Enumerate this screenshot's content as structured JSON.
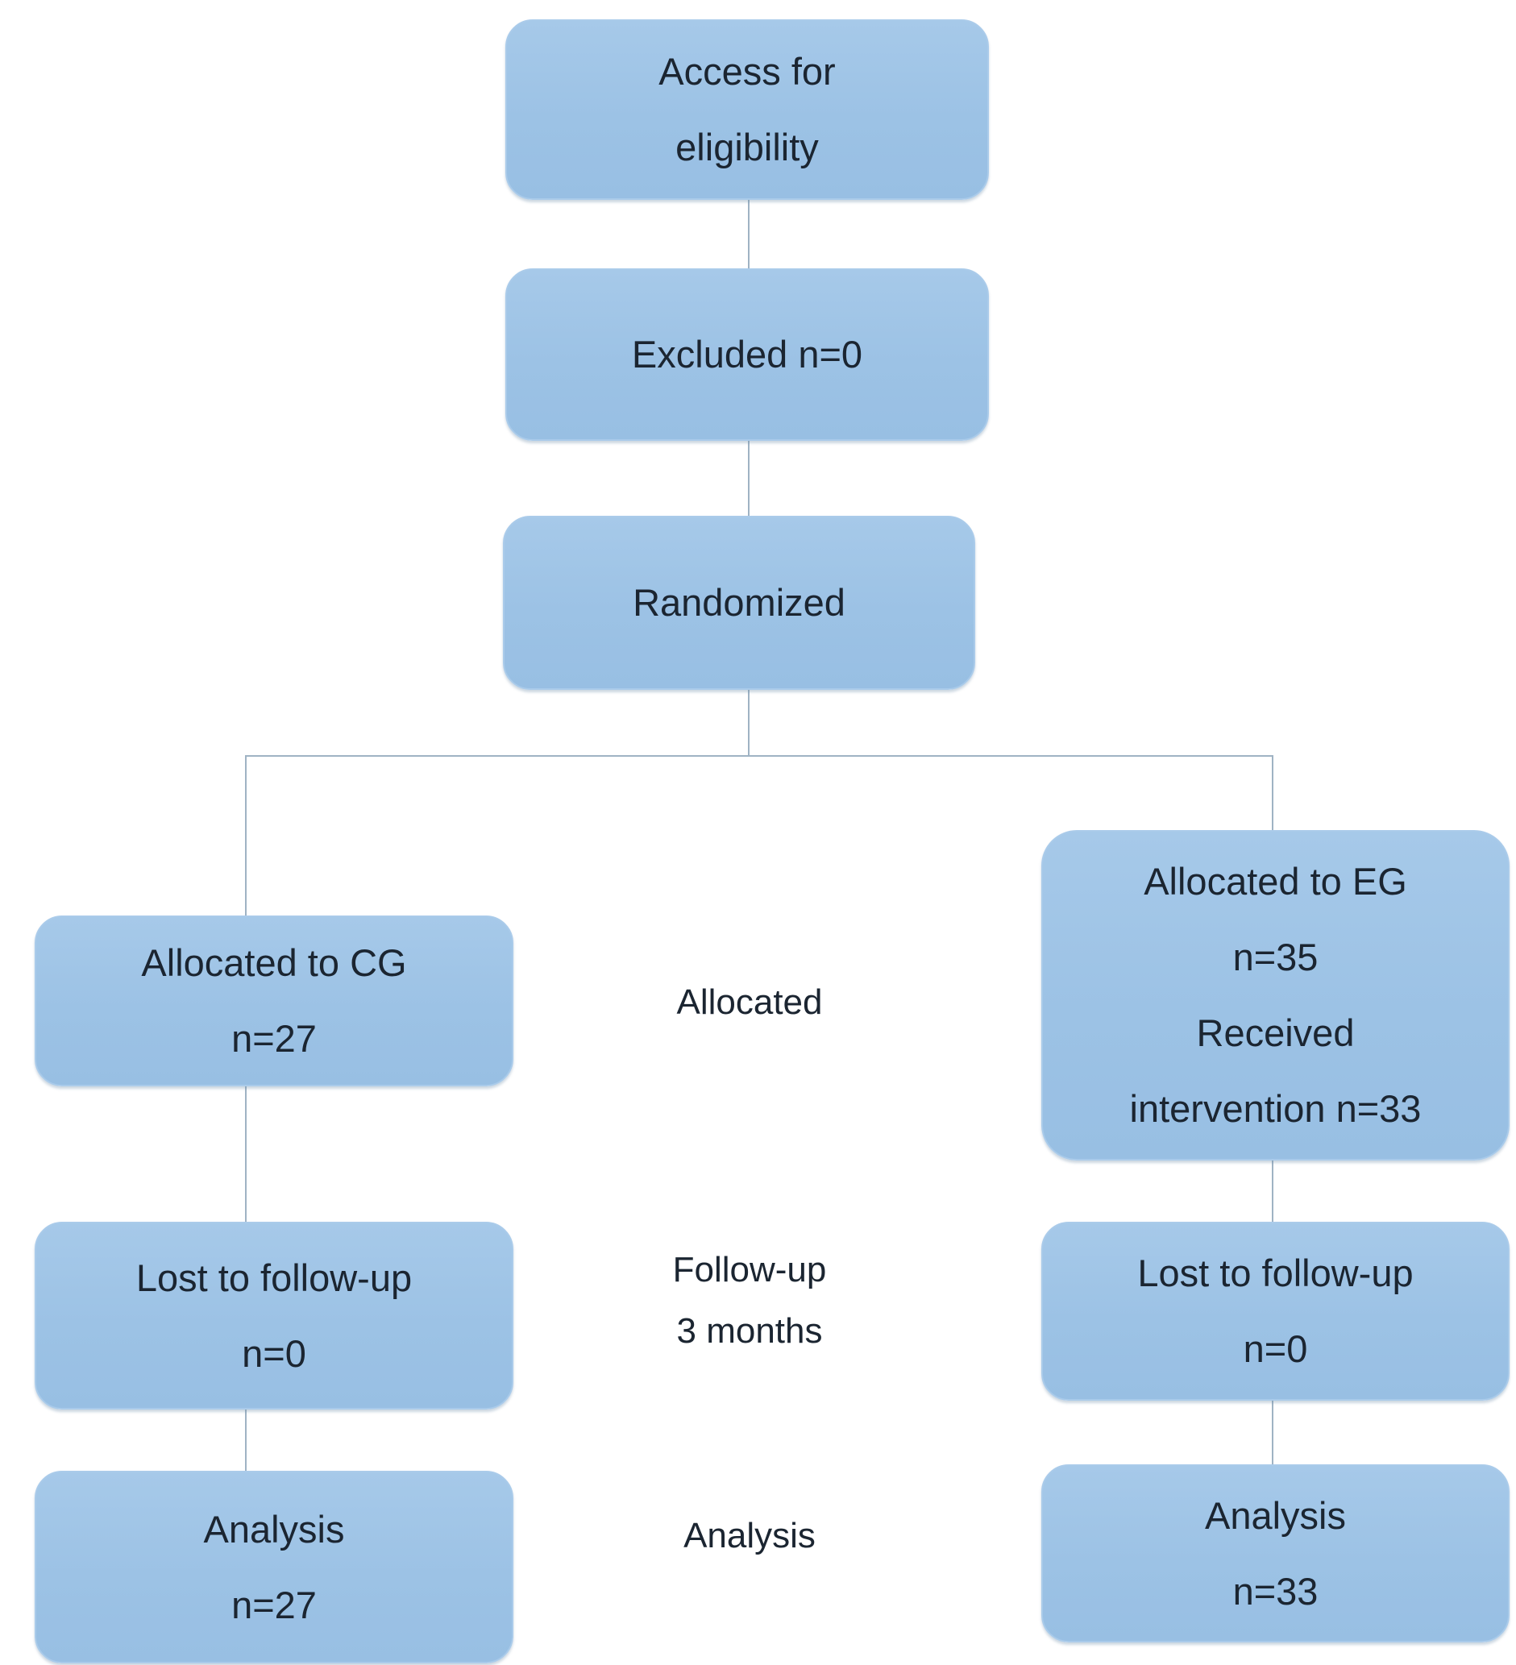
{
  "flow": {
    "access": {
      "line1": "Access for",
      "line2": "eligibility"
    },
    "excluded": {
      "line1": "Excluded n=0"
    },
    "randomized": {
      "line1": "Randomized"
    },
    "allocated_cg": {
      "line1": "Allocated to CG",
      "line2": "n=27"
    },
    "allocated_eg": {
      "line1": "Allocated to EG",
      "line2": "n=35",
      "line3": "Received",
      "line4": "intervention n=33"
    },
    "lost_cg": {
      "line1": "Lost to follow-up",
      "line2": "n=0"
    },
    "lost_eg": {
      "line1": "Lost to follow-up",
      "line2": "n=0"
    },
    "analysis_cg": {
      "line1": "Analysis",
      "line2": "n=27"
    },
    "analysis_eg": {
      "line1": "Analysis",
      "line2": "n=33"
    }
  },
  "stage_labels": {
    "allocated": "Allocated",
    "followup_line1": "Follow-up",
    "followup_line2": "3 months",
    "analysis": "Analysis"
  },
  "colors": {
    "box_fill": "#9cc2e5",
    "box_border": "#aacbea",
    "text": "#1b2531",
    "connector": "#9fb3c4",
    "background": "#ffffff"
  }
}
